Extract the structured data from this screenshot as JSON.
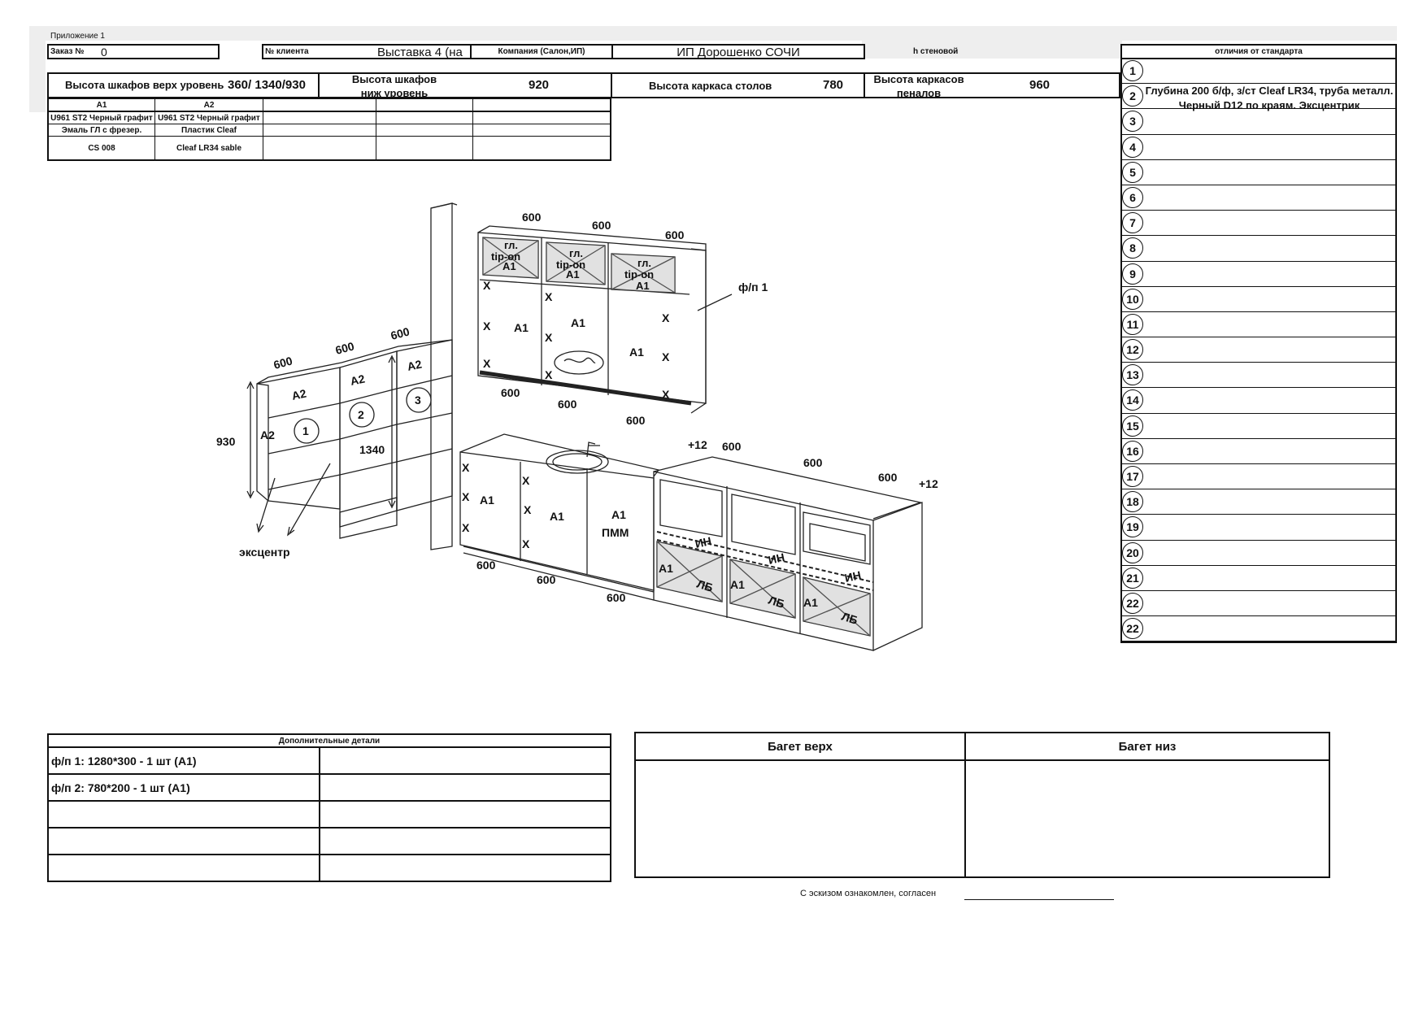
{
  "appendix": "Приложение 1",
  "header": {
    "order_label": "Заказ №",
    "order_value": "0",
    "client_label": "№ клиента",
    "client_value": "Выставка 4 (на",
    "company_label": "Компания (Салон,ИП)",
    "company_value": "ИП Дорошенко СОЧИ",
    "wall_label": "h стеновой",
    "diff_title": "отличия от стандарта"
  },
  "heights": {
    "upper_label": "Высота шкафов верх уровень",
    "upper_value": "360/ 1340/930",
    "lower_label": "Высота шкафов ниж уровень",
    "lower_value": "920",
    "table_label": "Высота каркаса столов",
    "table_value": "780",
    "tall_label": "Высота каркасов пеналов",
    "tall_value": "960"
  },
  "materials": {
    "headers": [
      "А1",
      "А2",
      "",
      "",
      ""
    ],
    "rows": [
      [
        "U961 ST2 Черный графит",
        "U961 ST2 Черный графит",
        "",
        "",
        ""
      ],
      [
        "Эмаль ГЛ  с фрезер.",
        "Пластик Cleaf",
        "",
        "",
        ""
      ],
      [
        "CS 008",
        "Cleaf LR34 sable",
        "",
        "",
        ""
      ]
    ]
  },
  "differences": {
    "note": "Глубина 200 б/ф, з/ст Cleaf LR34,                 труба металл. Черный D12 по краям. Эксцентрик",
    "numbers": [
      "1",
      "2",
      "3",
      "4",
      "5",
      "6",
      "7",
      "8",
      "9",
      "10",
      "11",
      "12",
      "13",
      "14",
      "15",
      "16",
      "17",
      "18",
      "19",
      "20",
      "21",
      "22",
      "22"
    ]
  },
  "drawing": {
    "upper_widths": [
      "600",
      "600",
      "600"
    ],
    "shelf_widths": [
      "600",
      "600",
      "600"
    ],
    "base_left_widths": [
      "600",
      "600",
      "600"
    ],
    "base_right_widths": [
      "600",
      "600",
      "600"
    ],
    "upper_bottom_widths": [
      "600",
      "600",
      "600"
    ],
    "plus_left": "+12",
    "plus_right": "+12",
    "h930": "930",
    "h1340": "1340",
    "fp1": "ф/п 1",
    "eccentric": "эксцентр",
    "glass_label1": "гл.",
    "glass_label2": "tip-on",
    "a1": "А1",
    "a2": "А2",
    "pmm": "ПММ",
    "in": "ИН",
    "lb": "ЛБ",
    "x": "X",
    "shelf_nums": [
      "1",
      "2",
      "3"
    ]
  },
  "extra_details": {
    "title": "Дополнительные детали",
    "rows": [
      [
        "ф/п 1: 1280*300 - 1 шт (А1)",
        ""
      ],
      [
        "ф/п 2: 780*200 - 1 шт (А1)",
        ""
      ],
      [
        "",
        ""
      ],
      [
        "",
        ""
      ],
      [
        "",
        ""
      ]
    ]
  },
  "baguette": {
    "top": "Багет верх",
    "bottom": "Багет низ"
  },
  "footer": {
    "agree": "С эскизом ознакомлен, согласен"
  }
}
